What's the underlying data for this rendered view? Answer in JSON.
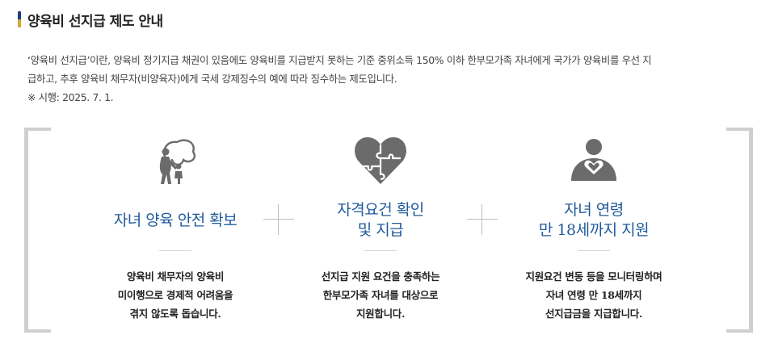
{
  "section": {
    "title": "양육비 선지급 제도 안내"
  },
  "intro": {
    "line1": "‘양육비 선지급’이란, 양육비 정기지급 채권이 있음에도 양육비를 지급받지 못하는 기준 중위소득 150% 이하 한부모가족 자녀에게 국가가 양육비를 우선 지",
    "line2": "급하고, 추후 양육비 채무자(비양육자)에게 국세 강제징수의 예에 따라 징수하는 제도입니다.",
    "note": "※ 시행: 2025. 7. 1."
  },
  "colors": {
    "heading": "#1f5a9c",
    "icon": "#6b6b6b",
    "accent_gold": "#d9a43a",
    "accent_navy": "#1f3d7a"
  },
  "cards": [
    {
      "icon": "parent-child-icon",
      "heading": "자녀 양육 안전 확보",
      "desc": [
        "양육비 채무자의 양육비",
        "미이행으로 경제적 어려움을",
        "겪지 않도록 돕습니다."
      ]
    },
    {
      "icon": "puzzle-heart-icon",
      "heading": "자격요건 확인\n및 지급",
      "desc": [
        "선지급 지원 요건을 충족하는",
        "한부모가족 자녀를 대상으로",
        "지원합니다."
      ]
    },
    {
      "icon": "caring-hands-heart-icon",
      "heading": "자녀 연령\n만 18세까지 지원",
      "desc": [
        "지원요건 변동 등을 모니터링하며",
        "자녀 연령 만 18세까지",
        "선지급금을 지급합니다."
      ]
    }
  ]
}
